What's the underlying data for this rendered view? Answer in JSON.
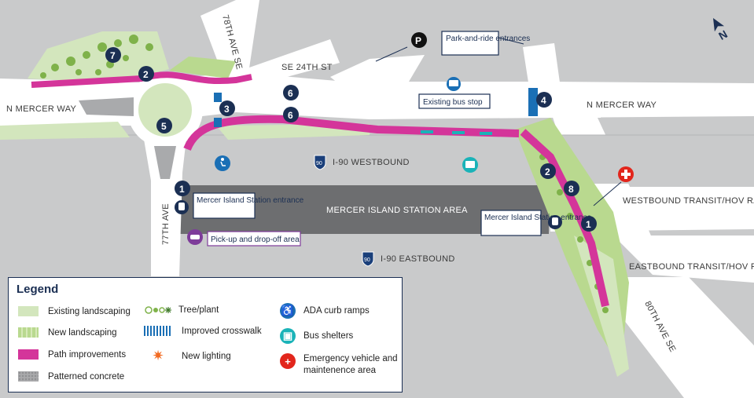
{
  "map": {
    "north_label": "N",
    "roads": {
      "n_mercer_way_west": "N MERCER WAY",
      "n_mercer_way_east": "N MERCER WAY",
      "ave_78th": "78TH AVE SE",
      "se_24th": "SE 24TH ST",
      "ave_77th": "77TH AVE",
      "ave_80th": "80TH AVE SE",
      "i90_westbound": "I-90 WESTBOUND",
      "i90_eastbound": "I-90 EASTBOUND",
      "station_area": "MERCER ISLAND STATION AREA",
      "westbound_ramp": "WESTBOUND TRANSIT/HOV RAMP",
      "eastbound_ramp": "EASTBOUND TRANSIT/HOV RAMP",
      "interstate_shield": "90"
    },
    "callouts": {
      "park_and_ride": "Park-and-ride entrances",
      "bus_stop": "Existing bus stop",
      "station_entrance_west": "Mercer Island Station entrance",
      "station_entrance_east": "Mercer Island Station entrance",
      "pickup": "Pick-up and drop-off area",
      "parking_symbol": "P"
    },
    "markers": [
      "7",
      "2",
      "6",
      "3",
      "6",
      "5",
      "4",
      "1",
      "2",
      "8",
      "1"
    ]
  },
  "legend": {
    "title": "Legend",
    "items": [
      {
        "label": "Existing landscaping",
        "color": "#d3e6bd"
      },
      {
        "label": "New landscaping",
        "color": "#b9d98f"
      },
      {
        "label": "Path improvements",
        "color": "#d4359a"
      },
      {
        "label": "Patterned concrete",
        "color": "#a9aaac"
      },
      {
        "label": "Tree/plant"
      },
      {
        "label": "Improved crosswalk"
      },
      {
        "label": "New lighting",
        "color": "#f26a21"
      },
      {
        "label": "ADA curb ramps",
        "color": "#1a6fb5"
      },
      {
        "label": "Bus shelters",
        "color": "#1ab3b8"
      },
      {
        "label": "Emergency vehicle and maintenence area",
        "color": "#e2261c"
      }
    ]
  },
  "colors": {
    "navy": "#1b2f53",
    "magenta": "#d4359a",
    "road": "#ffffff",
    "highway": "#c9cacb",
    "station": "#6d6e70"
  }
}
